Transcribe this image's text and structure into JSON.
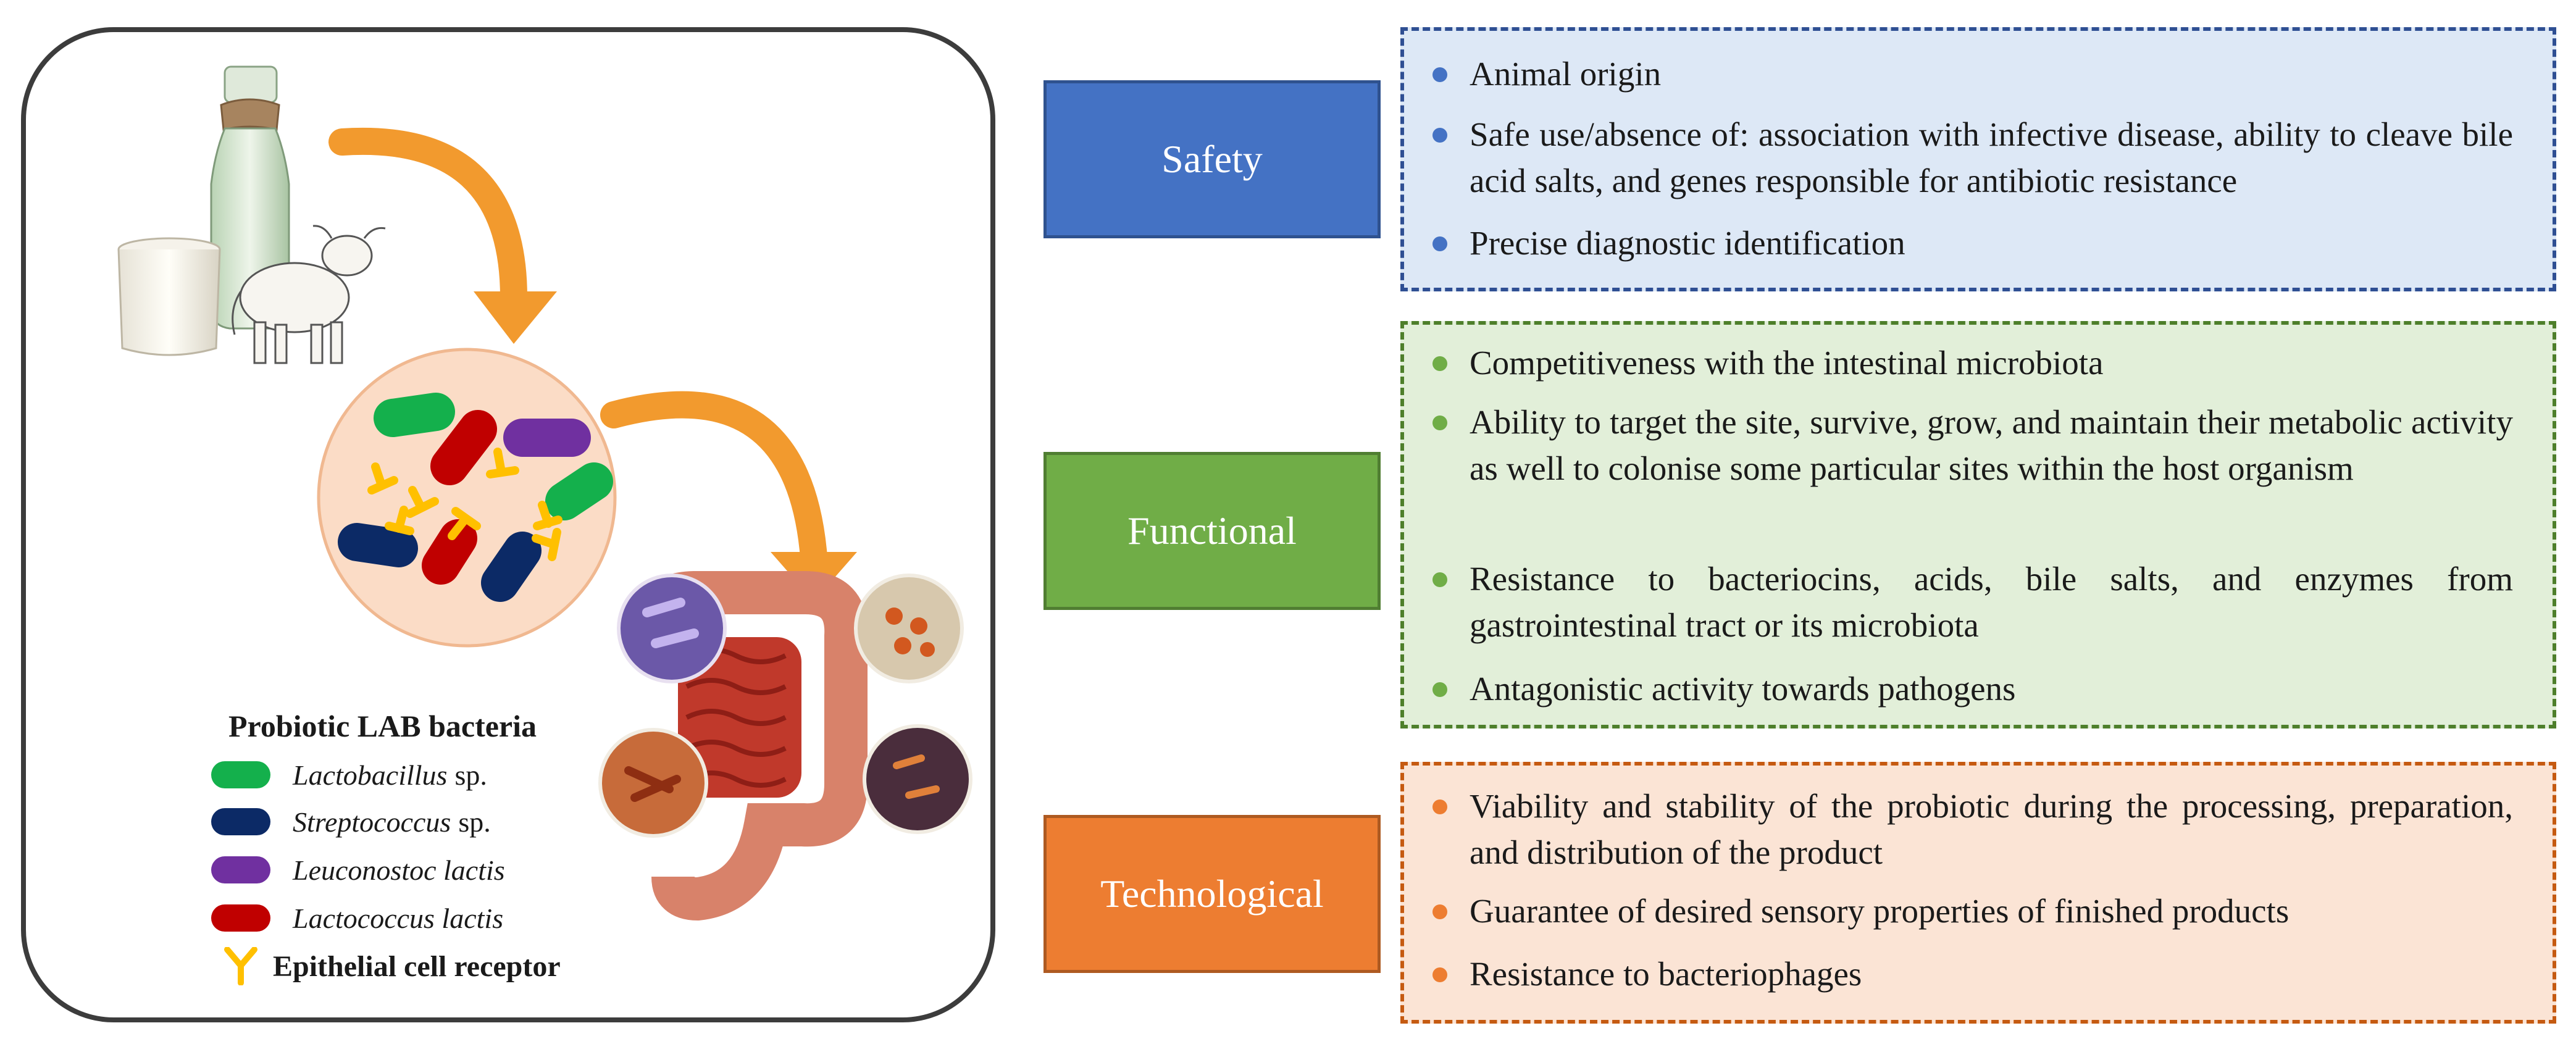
{
  "legend": {
    "title": "Probiotic LAB bacteria",
    "items": [
      {
        "label": "Lactobacillus",
        "suffix": "sp.",
        "color": "#14b04c"
      },
      {
        "label": "Streptococcus",
        "suffix": "sp.",
        "color": "#0c2a66"
      },
      {
        "label": "Leuconostoc lactis",
        "suffix": "",
        "color": "#7030a0"
      },
      {
        "label": "Lactococcus lactis",
        "suffix": "",
        "color": "#c00000"
      }
    ],
    "receptor_label": "Epithelial cell receptor",
    "receptor_color": "#ffc000"
  },
  "categories": [
    {
      "label": "Safety",
      "color": "#4472c4",
      "bullets": [
        "Animal origin",
        "Safe use/absence of: association with infective disease, ability to cleave bile acid salts, and genes responsible for antibiotic resistance",
        "Precise diagnostic identification"
      ]
    },
    {
      "label": "Functional",
      "color": "#70ad47",
      "bullets": [
        "Competitiveness with the intestinal microbiota",
        "Ability to target the site, survive, grow, and maintain their metabolic activity as well to colonise some particular sites within the host organism",
        "Resistance to bacteriocins, acids, bile salts, and enzymes from gastrointestinal tract or its microbiota",
        "Antagonistic activity towards pathogens"
      ]
    },
    {
      "label": "Technological",
      "color": "#ed7d31",
      "bullets": [
        "Viability and stability of the probiotic during the processing, preparation, and distribution of the product",
        "Guarantee of desired sensory properties of finished products",
        "Resistance to bacteriophages"
      ]
    }
  ],
  "icons": {
    "source": "milk-bottle-cow-icon",
    "bacteria": "bacteria-circle-icon",
    "intestine": "intestine-microbiota-icon",
    "arrow": "curved-arrow-icon"
  }
}
